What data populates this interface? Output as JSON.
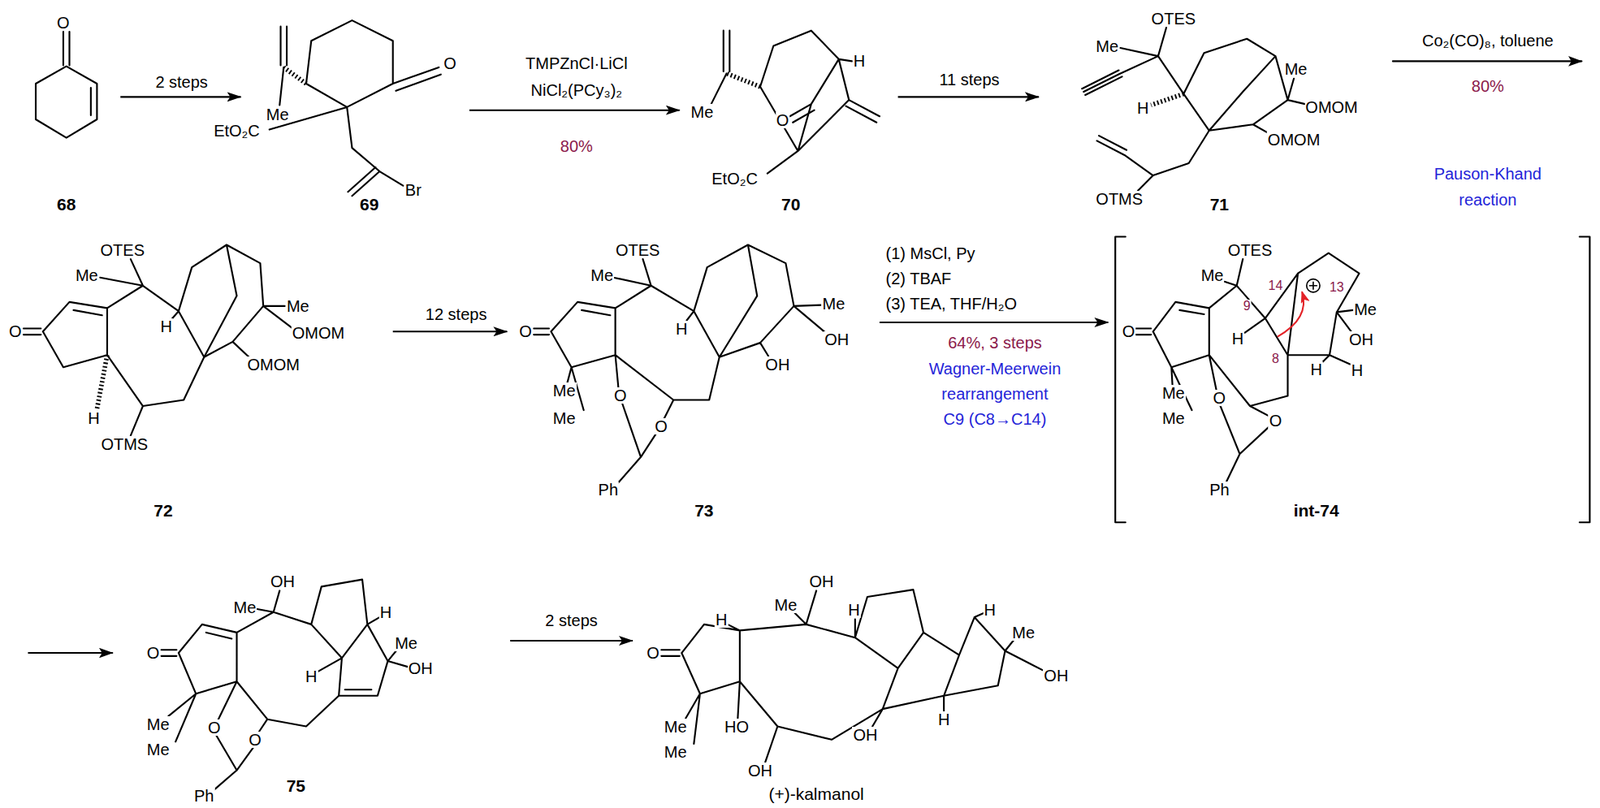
{
  "diagram": {
    "nodes": [
      {
        "text": [
          "68"
        ]
      },
      {
        "text": [
          "69"
        ]
      },
      {
        "text": [
          "70"
        ]
      },
      {
        "text": [
          "71"
        ]
      },
      {
        "text": [
          "72"
        ]
      },
      {
        "text": [
          "73"
        ]
      },
      {
        "text": [
          "int-74"
        ]
      },
      {
        "text": [
          "75"
        ]
      },
      {
        "text": [
          "(+)-kalmanol"
        ]
      }
    ],
    "edges": [
      {
        "from": 0,
        "to": 1,
        "arrow": "to",
        "label": "2 steps"
      },
      {
        "from": 1,
        "to": 2,
        "arrow": "to",
        "label": "TMPZnCl·LiCl"
      },
      {
        "from": 2,
        "to": 3,
        "arrow": "to",
        "label": "11 steps"
      },
      {
        "from": 4,
        "to": 5,
        "arrow": "to",
        "label": "12 steps"
      },
      {
        "from": 5,
        "to": 6,
        "arrow": "to",
        "label": "(1) MsCl, Py"
      },
      {
        "from": 7,
        "to": 8,
        "arrow": "to",
        "label": "2 steps"
      }
    ],
    "labels": [
      "O",
      "Me",
      "EtO₂C",
      "O",
      "Br",
      "NiCl₂(PCy₃)₂",
      "80%",
      "Me",
      "H",
      "O",
      "EtO₂C",
      "OTES",
      "Me",
      "H",
      "Me",
      "OMOM",
      "OMOM",
      "OTMS",
      "Co₂(CO)₈, toluene",
      "80%",
      "Pauson-Khand",
      "reaction",
      "OTES",
      "Me",
      "O",
      "H",
      "Me",
      "OMOM",
      "OMOM",
      "H",
      "OTMS",
      "OTES",
      "Me",
      "O",
      "H",
      "Me",
      "OH",
      "OH",
      "Me",
      "Me",
      "O",
      "O",
      "Ph",
      "(2) TBAF",
      "(3) TEA, THF/H₂O",
      "64%, 3 steps",
      "Wagner-Meerwein",
      "rearrangement",
      "C9 (C8→C14)",
      "Me",
      "OTES",
      "9",
      "14",
      "13",
      "O",
      "Me",
      "OH",
      "H",
      "8",
      "H",
      "H",
      "Me",
      "Me",
      "O",
      "O",
      "Ph",
      "OH",
      "Me",
      "O",
      "H",
      "Me",
      "OH",
      "H",
      "Me",
      "Me",
      "O",
      "O",
      "Ph",
      "OH",
      "Me",
      "H",
      "O",
      "H",
      "H",
      "Me",
      "OH",
      "H",
      "Me",
      "Me",
      "HO",
      "OH",
      "OH"
    ]
  }
}
